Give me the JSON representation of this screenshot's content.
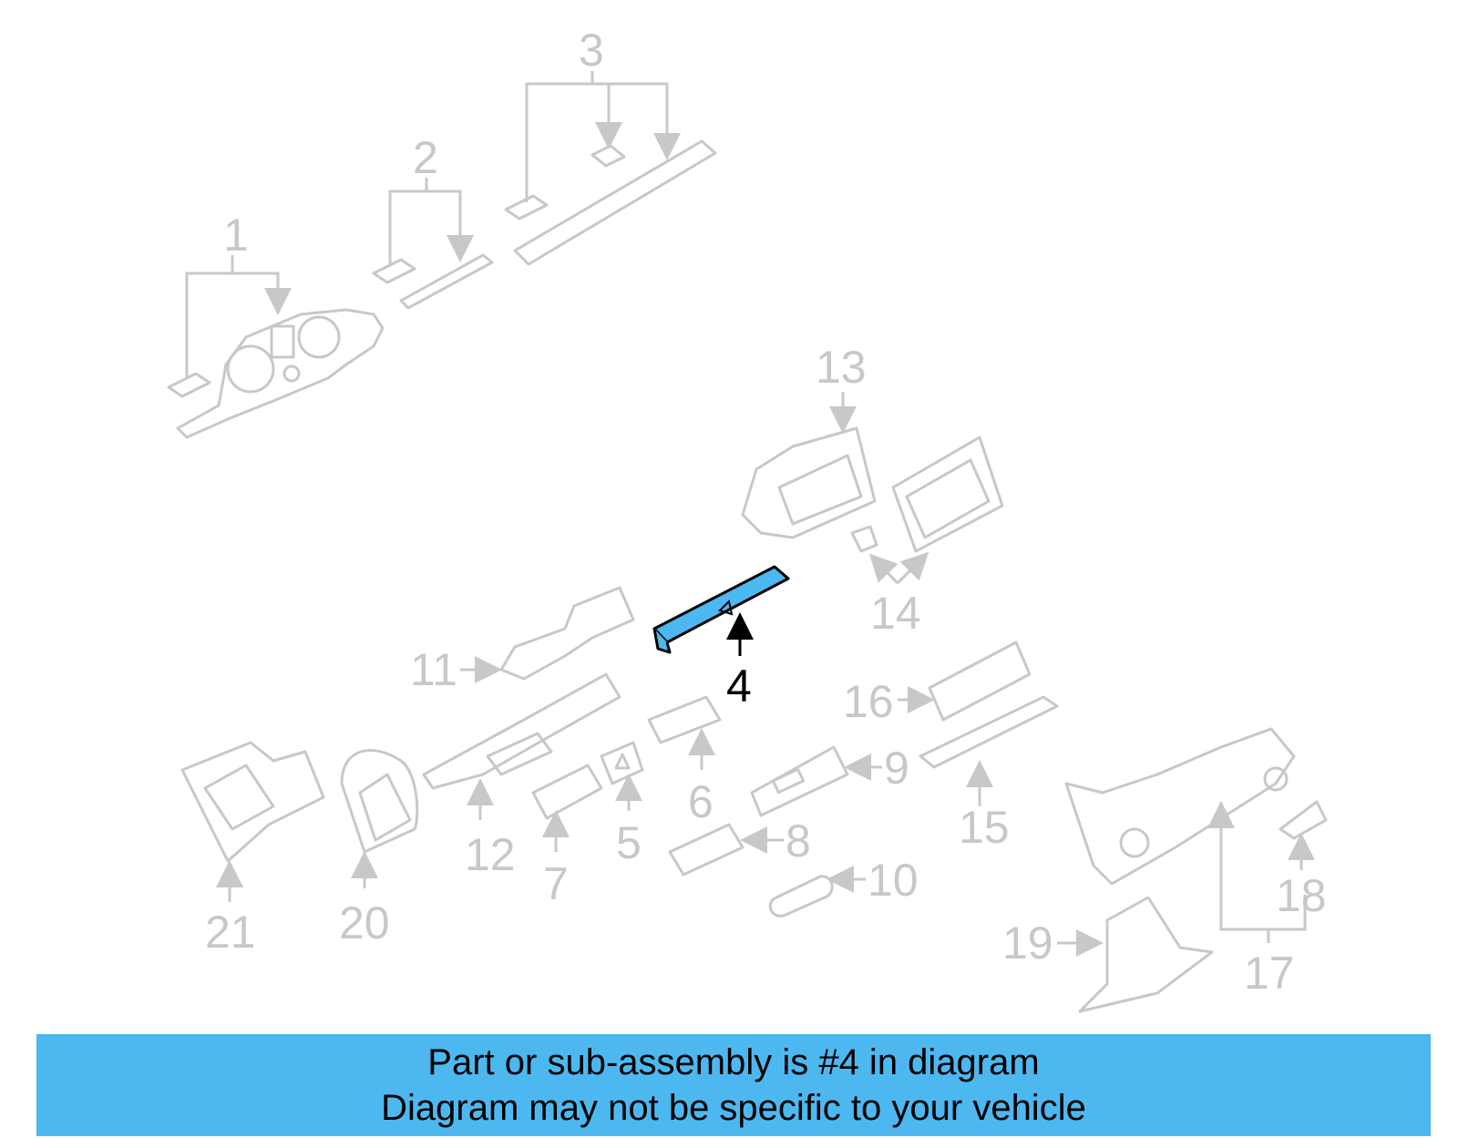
{
  "diagram": {
    "highlight_color": "#4db8f0",
    "inactive_color": "#c8c8c8",
    "callouts": [
      "1",
      "2",
      "3",
      "4",
      "5",
      "6",
      "7",
      "8",
      "9",
      "10",
      "11",
      "12",
      "13",
      "14",
      "15",
      "16",
      "17",
      "18",
      "19",
      "20",
      "21"
    ],
    "highlighted_callout": "4"
  },
  "banner": {
    "line1": "Part or sub-assembly is #4 in diagram",
    "line2": "Diagram may not be specific to your vehicle"
  }
}
